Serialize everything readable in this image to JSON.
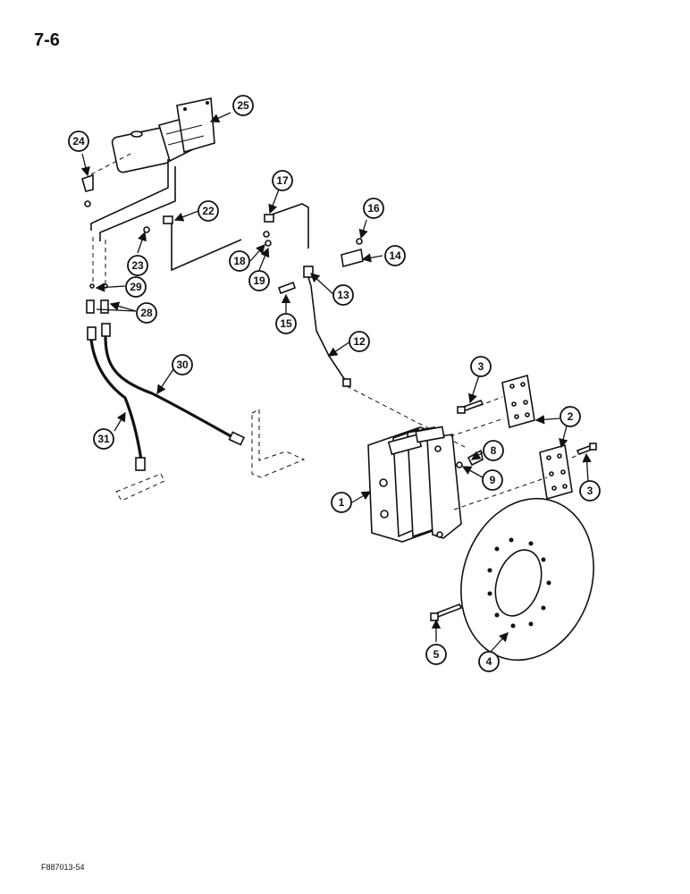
{
  "page_ref": "7-6",
  "figure_code": "F887013-54",
  "callouts": [
    "1",
    "2",
    "3",
    "3",
    "4",
    "5",
    "8",
    "9",
    "12",
    "13",
    "14",
    "15",
    "16",
    "17",
    "18",
    "19",
    "22",
    "23",
    "24",
    "25",
    "28",
    "29",
    "30",
    "31"
  ]
}
